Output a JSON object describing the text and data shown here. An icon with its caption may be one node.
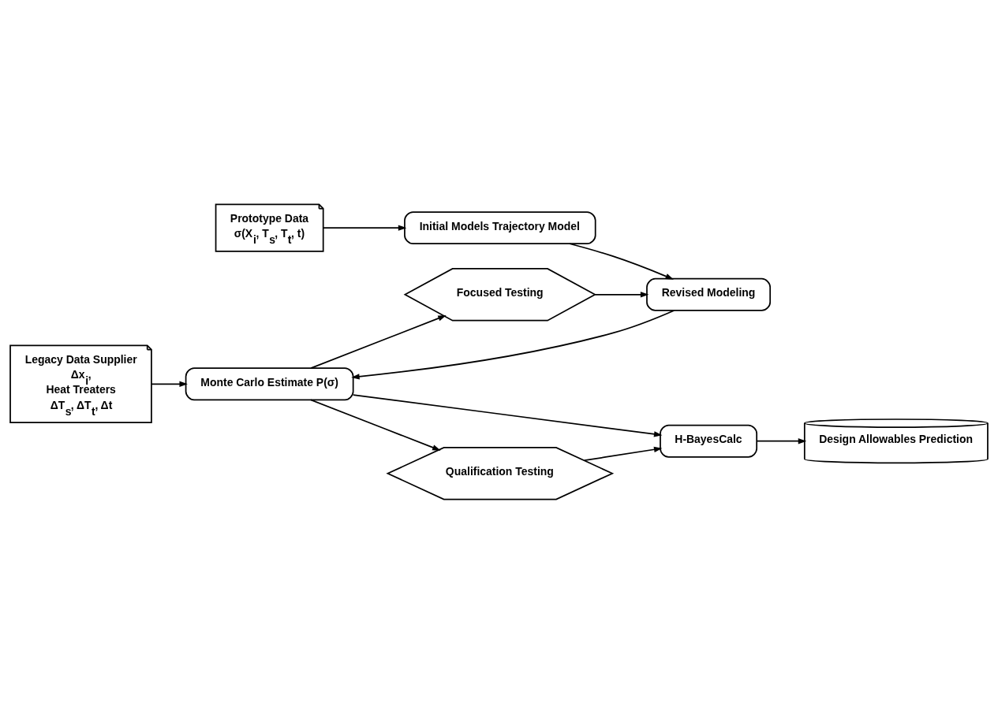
{
  "diagram": {
    "nodes": [
      {
        "text": [
          "Design Allowables Prediction"
        ]
      },
      {
        "text": [
          "Legacy Data Supplier",
          "Δx$_{i}$,",
          "Heat Treaters",
          "ΔT$_{s}$, ΔT$_{t}$, Δt"
        ]
      },
      {
        "text": [
          "H-BayesCalc"
        ]
      },
      {
        "text": [
          "Monte Carlo Estimate P(σ)"
        ]
      },
      {
        "text": [
          "Prototype Data",
          "σ(X$_{i}$, T$_{s}$, T$_{t}$, t)"
        ]
      },
      {
        "text": [
          "Revised Modeling"
        ]
      },
      {
        "text": [
          "Qualification Testing"
        ]
      },
      {
        "text": [
          "Initial Models Trajectory Model"
        ]
      },
      {
        "text": [
          "Focused Testing"
        ]
      }
    ],
    "edges": [
      {
        "from": 1,
        "to": 3,
        "arrow": "to"
      },
      {
        "from": 4,
        "to": 7,
        "arrow": "to"
      },
      {
        "from": 7,
        "to": 5,
        "arrow": "to"
      },
      {
        "from": 8,
        "to": 5,
        "arrow": "to"
      },
      {
        "from": 5,
        "to": 3,
        "arrow": "to"
      },
      {
        "from": 3,
        "to": 2,
        "arrow": "to"
      },
      {
        "from": 3,
        "to": 8,
        "arrow": "to"
      },
      {
        "from": 3,
        "to": 6,
        "arrow": "to"
      },
      {
        "from": 6,
        "to": 2,
        "arrow": "to"
      },
      {
        "from": 2,
        "to": 0,
        "arrow": "to"
      }
    ]
  }
}
